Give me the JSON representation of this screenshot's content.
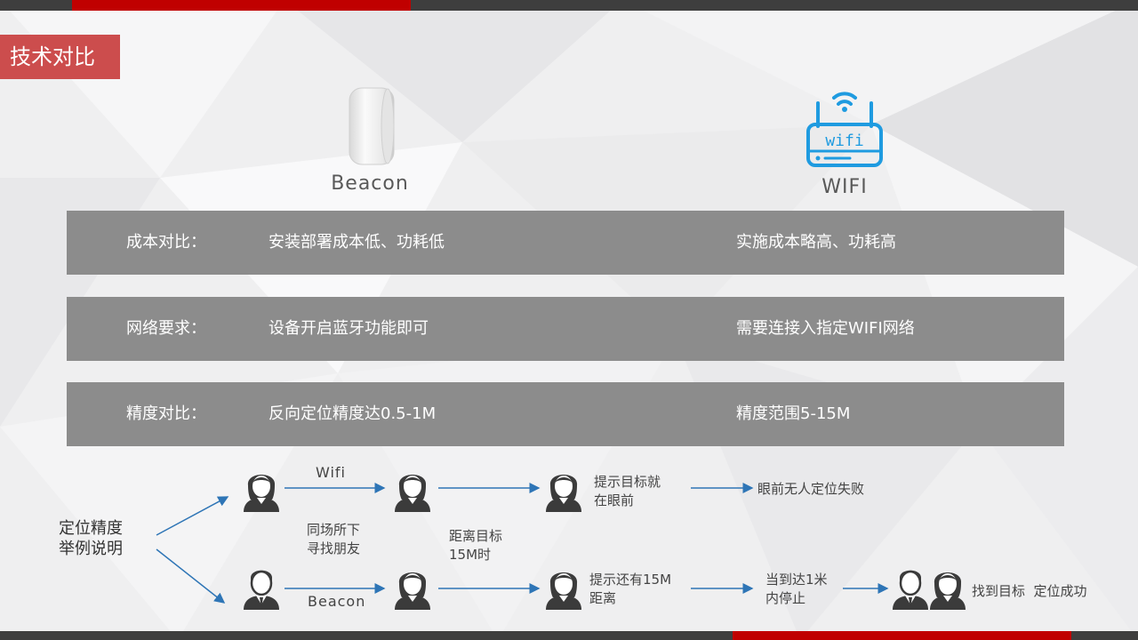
{
  "slide": {
    "title": "技术对比",
    "colors": {
      "accent": "#c00000",
      "title_bg": "#cc4d4d",
      "bar_dark": "#3e3e3e",
      "row_bg": "#8c8c8c",
      "wifi_blue": "#1f9be0",
      "arrow_blue": "#2e75b6"
    }
  },
  "products": {
    "beacon": {
      "label": "Beacon",
      "icon": "beacon-device-icon"
    },
    "wifi": {
      "label": "WIFI",
      "router_text": "wifi",
      "icon": "wifi-router-icon"
    }
  },
  "comparison": [
    {
      "key": "成本对比：",
      "beacon": "安装部署成本低、功耗低",
      "wifi": "实施成本略高、功耗高"
    },
    {
      "key": "网络要求：",
      "beacon": "设备开启蓝牙功能即可",
      "wifi": "需要连接入指定WIFI网络"
    },
    {
      "key": "精度对比：",
      "beacon": "反向定位精度达0.5-1M",
      "wifi": "精度范围5-15M"
    }
  ],
  "example": {
    "heading": "定位精度\n举例说明",
    "wifi_label": "Wifi",
    "beacon_label": "Beacon",
    "step_find": "同场所下\n寻找朋友",
    "step_distance": "距离目标\n15M时",
    "wifi_hint": "提示目标就\n在眼前",
    "wifi_result": "眼前无人定位失败",
    "beacon_hint": "提示还有15M\n距离",
    "beacon_stop": "当到达1米\n内停止",
    "beacon_result": "找到目标  定位成功",
    "person_icon": "person-icon"
  }
}
